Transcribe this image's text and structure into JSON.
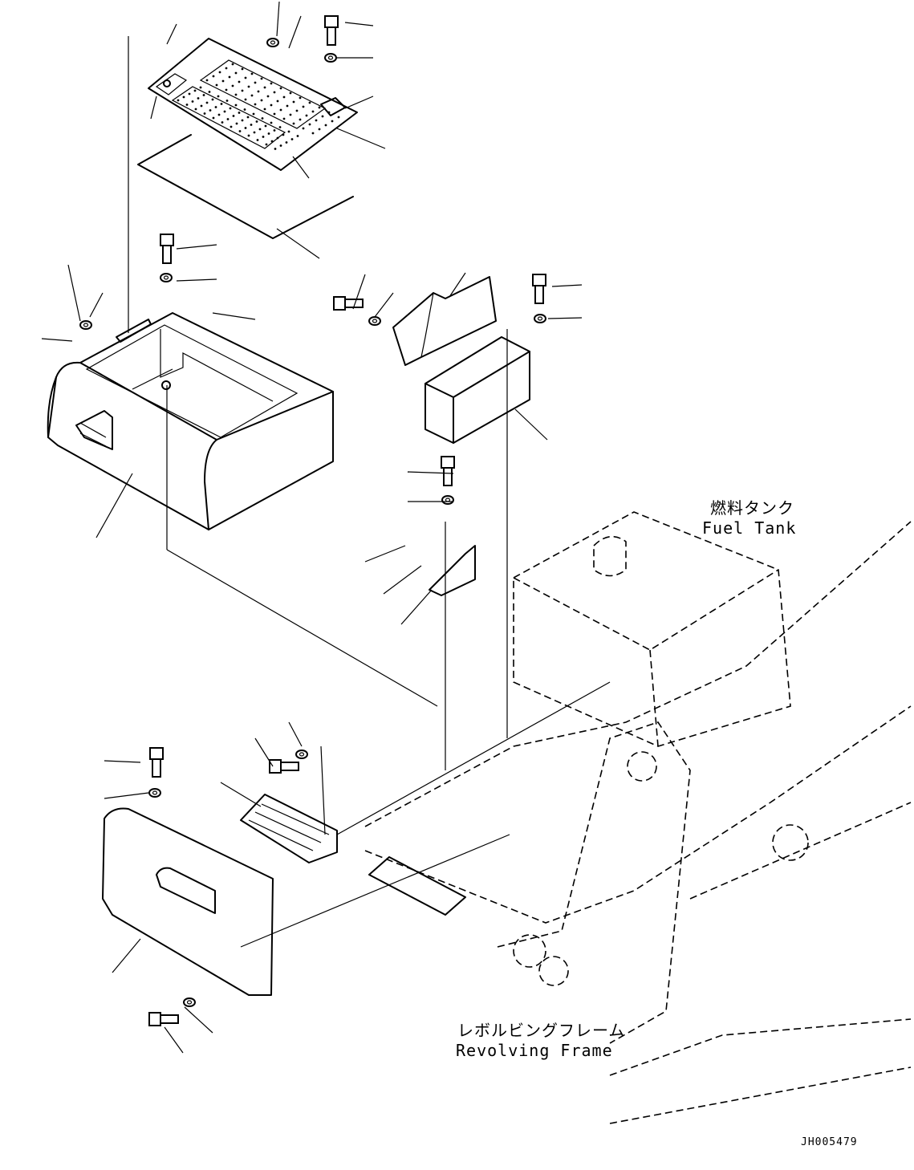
{
  "labels": {
    "fuel_tank_jp": "燃料タンク",
    "fuel_tank_en": "Fuel Tank",
    "revolving_frame_jp": "レボルビングフレーム",
    "revolving_frame_en": "Revolving Frame",
    "drawing_number": "JH005479"
  },
  "icons": {
    "bolt": "bolt-icon",
    "washer": "washer-icon"
  },
  "colors": {
    "line": "#000000",
    "background": "#ffffff"
  }
}
